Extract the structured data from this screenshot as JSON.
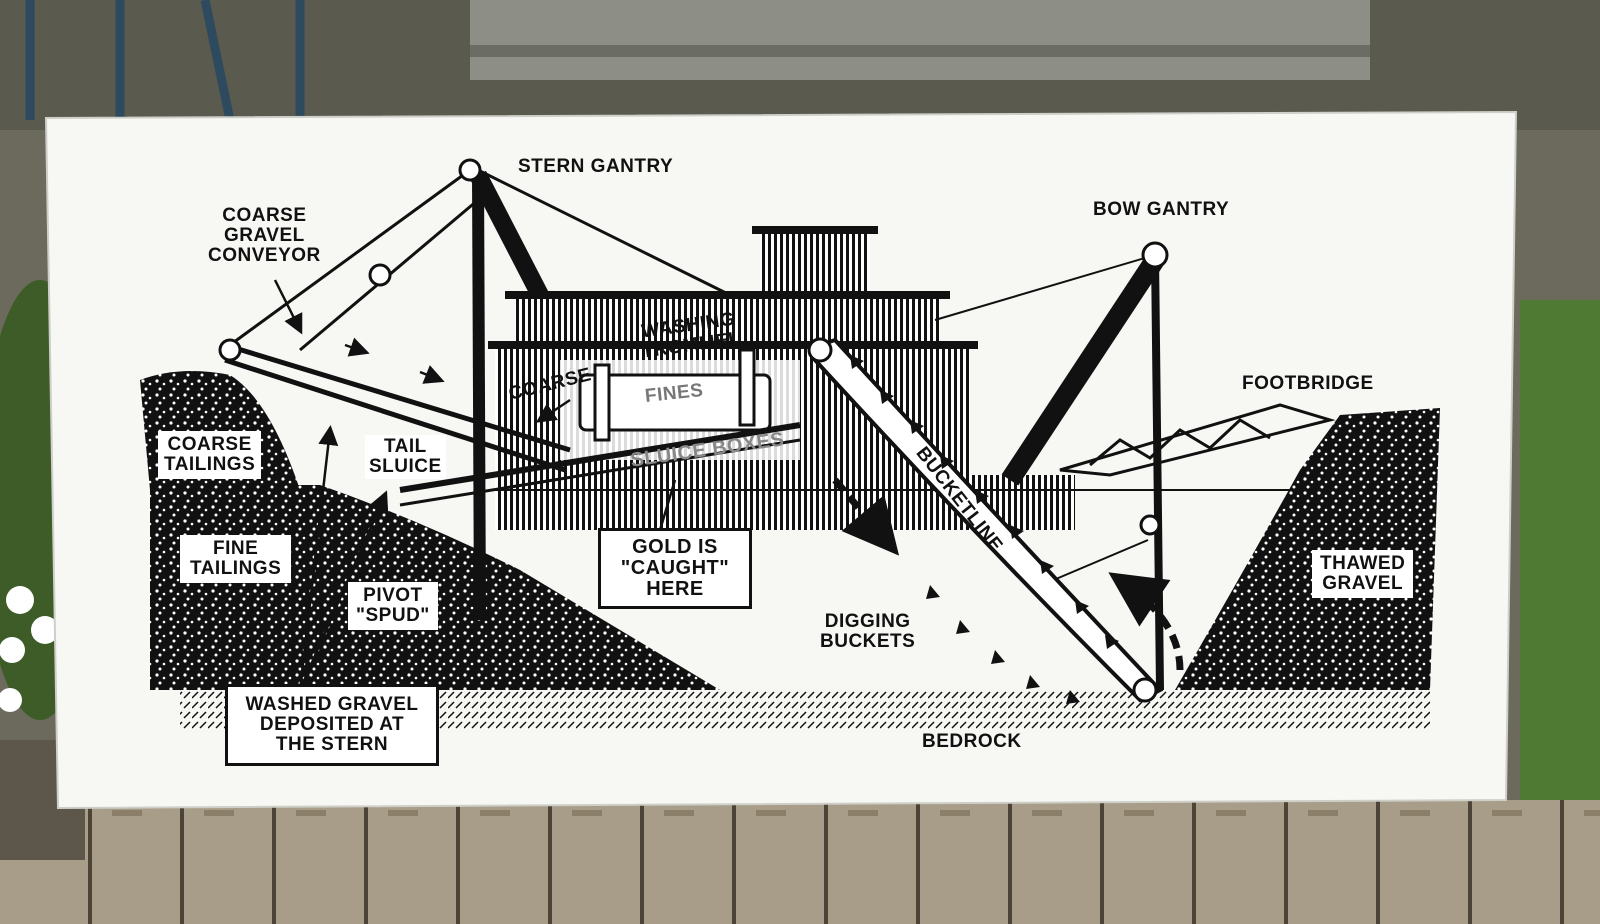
{
  "labels": {
    "stern_gantry": "STERN GANTRY",
    "bow_gantry": "BOW GANTRY",
    "coarse_gravel_conveyor": "COARSE\nGRAVEL\nCONVEYOR",
    "washing_trommel": "WASHING\nTROMMEL",
    "coarse": "COARSE",
    "fines": "FINES",
    "sluice_boxes": "SLUICE BOXES",
    "footbridge": "FOOTBRIDGE",
    "coarse_tailings": "COARSE\nTAILINGS",
    "tail_sluice": "TAIL\nSLUICE",
    "fine_tailings": "FINE\nTAILINGS",
    "pivot_spud": "PIVOT\n\"SPUD\"",
    "gold_caught": "GOLD IS\n\"CAUGHT\"\nHERE",
    "bucketline": "BUCKETLINE",
    "digging_buckets": "DIGGING\nBUCKETS",
    "thawed_gravel": "THAWED\nGRAVEL",
    "washed_gravel": "WASHED GRAVEL\nDEPOSITED AT\nTHE STERN",
    "bedrock": "BEDROCK"
  },
  "colors": {
    "ink": "#111111",
    "board": "#f7f7f4",
    "deck": "#9a8f7e",
    "foliage": "#5f8a3a"
  }
}
